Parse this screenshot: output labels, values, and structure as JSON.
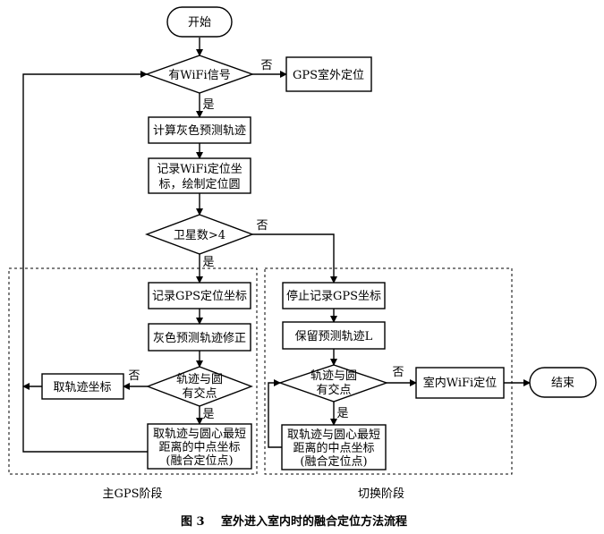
{
  "nodes": {
    "start": "开始",
    "wifi_signal": "有WiFi信号",
    "gps_outdoor": "GPS室外定位",
    "grey_predict": "计算灰色预测轨迹",
    "record_wifi_1": "记录WiFi定位坐",
    "record_wifi_2": "标，绘制定位圆",
    "satellites": "卫星数>4",
    "record_gps": "记录GPS定位坐标",
    "grey_correct": "灰色预测轨迹修正",
    "intersect_left_1": "轨迹与圆",
    "intersect_left_2": "有交点",
    "take_traj": "取轨迹坐标",
    "fuse_left_1": "取轨迹与圆心最短",
    "fuse_left_2": "距离的中点坐标",
    "fuse_left_3": "(融合定位点)",
    "stop_gps": "停止记录GPS坐标",
    "keep_traj": "保留预测轨迹L",
    "intersect_right_1": "轨迹与圆",
    "intersect_right_2": "有交点",
    "indoor_wifi": "室内WiFi定位",
    "end": "结束",
    "fuse_right_1": "取轨迹与圆心最短",
    "fuse_right_2": "距离的中点坐标",
    "fuse_right_3": "(融合定位点)"
  },
  "edges": {
    "no_wifi": "否",
    "yes_wifi": "是",
    "no_sat": "否",
    "yes_sat": "是",
    "no_left": "否",
    "yes_left": "是",
    "no_right": "否",
    "yes_right": "是"
  },
  "regions": {
    "main_gps": "主GPS阶段",
    "switch": "切换阶段"
  },
  "caption": {
    "figure": "图 3",
    "title": "室外进入室内时的融合定位方法流程"
  }
}
